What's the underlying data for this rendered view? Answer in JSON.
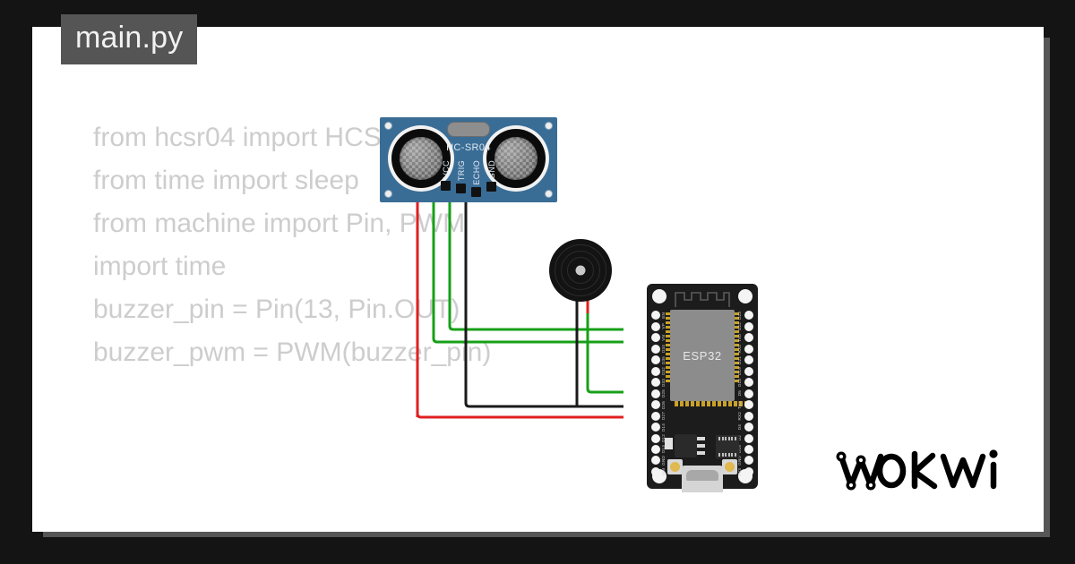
{
  "window": {
    "background_color": "#141414",
    "canvas_color": "#ffffff",
    "shadow_color": "#565656"
  },
  "file_tab": {
    "label": "main.py",
    "background_color": "#555555",
    "text_color": "#f2f2f2"
  },
  "code": {
    "text_color": "#cdcdcd",
    "lines": [
      "from hcsr04 import HCSR04",
      "from time import sleep",
      "",
      "from machine import Pin, PWM",
      "import time",
      "",
      "",
      "buzzer_pin = Pin(13, Pin.OUT)",
      "buzzer_pwm = PWM(buzzer_pin)"
    ]
  },
  "diagram": {
    "parts": [
      {
        "id": "hcsr04",
        "type": "ultrasonic-distance-sensor",
        "silkscreen_label": "HC-SR04",
        "board_color": "#3a6d96",
        "pins": [
          "VCC",
          "TRIG",
          "ECHO",
          "GND"
        ]
      },
      {
        "id": "buzzer",
        "type": "piezo-buzzer",
        "body_color": "#131313",
        "wire_colors": [
          "#1a1a1a",
          "#e02020"
        ]
      },
      {
        "id": "esp32",
        "type": "esp32-devkit-v1",
        "module_label": "ESP32",
        "board_color": "#1c1c1c",
        "left_pins": [
          "EN",
          "VP",
          "VN",
          "D34",
          "D35",
          "D32",
          "D33",
          "D25",
          "D26",
          "D27",
          "D14",
          "D12",
          "D13",
          "GND",
          "VIN"
        ],
        "right_pins": [
          "D23",
          "D22",
          "TX0",
          "RX0",
          "D21",
          "D19",
          "D18",
          "D5",
          "TX2",
          "RX2",
          "D4",
          "D2",
          "D15",
          "GND",
          "3V3"
        ]
      }
    ],
    "wire_colors": {
      "power": "#e02020",
      "signal": "#17a018",
      "ground": "#1a1a1a",
      "header_pin": "#c8c8c8"
    },
    "connections": [
      {
        "from": "hcsr04:VCC",
        "to": "esp32:VIN",
        "color": "#e02020"
      },
      {
        "from": "hcsr04:TRIG",
        "to": "esp32:D25",
        "color": "#17a018"
      },
      {
        "from": "hcsr04:ECHO",
        "to": "esp32:D26",
        "color": "#17a018"
      },
      {
        "from": "hcsr04:GND",
        "to": "esp32:GND",
        "color": "#1a1a1a"
      },
      {
        "from": "buzzer:1",
        "to": "esp32:GND",
        "color": "#1a1a1a"
      },
      {
        "from": "buzzer:2",
        "to": "esp32:D13",
        "color": "#17a018"
      }
    ]
  },
  "branding": {
    "logo_text": "WOKWI",
    "logo_color": "#000000"
  }
}
